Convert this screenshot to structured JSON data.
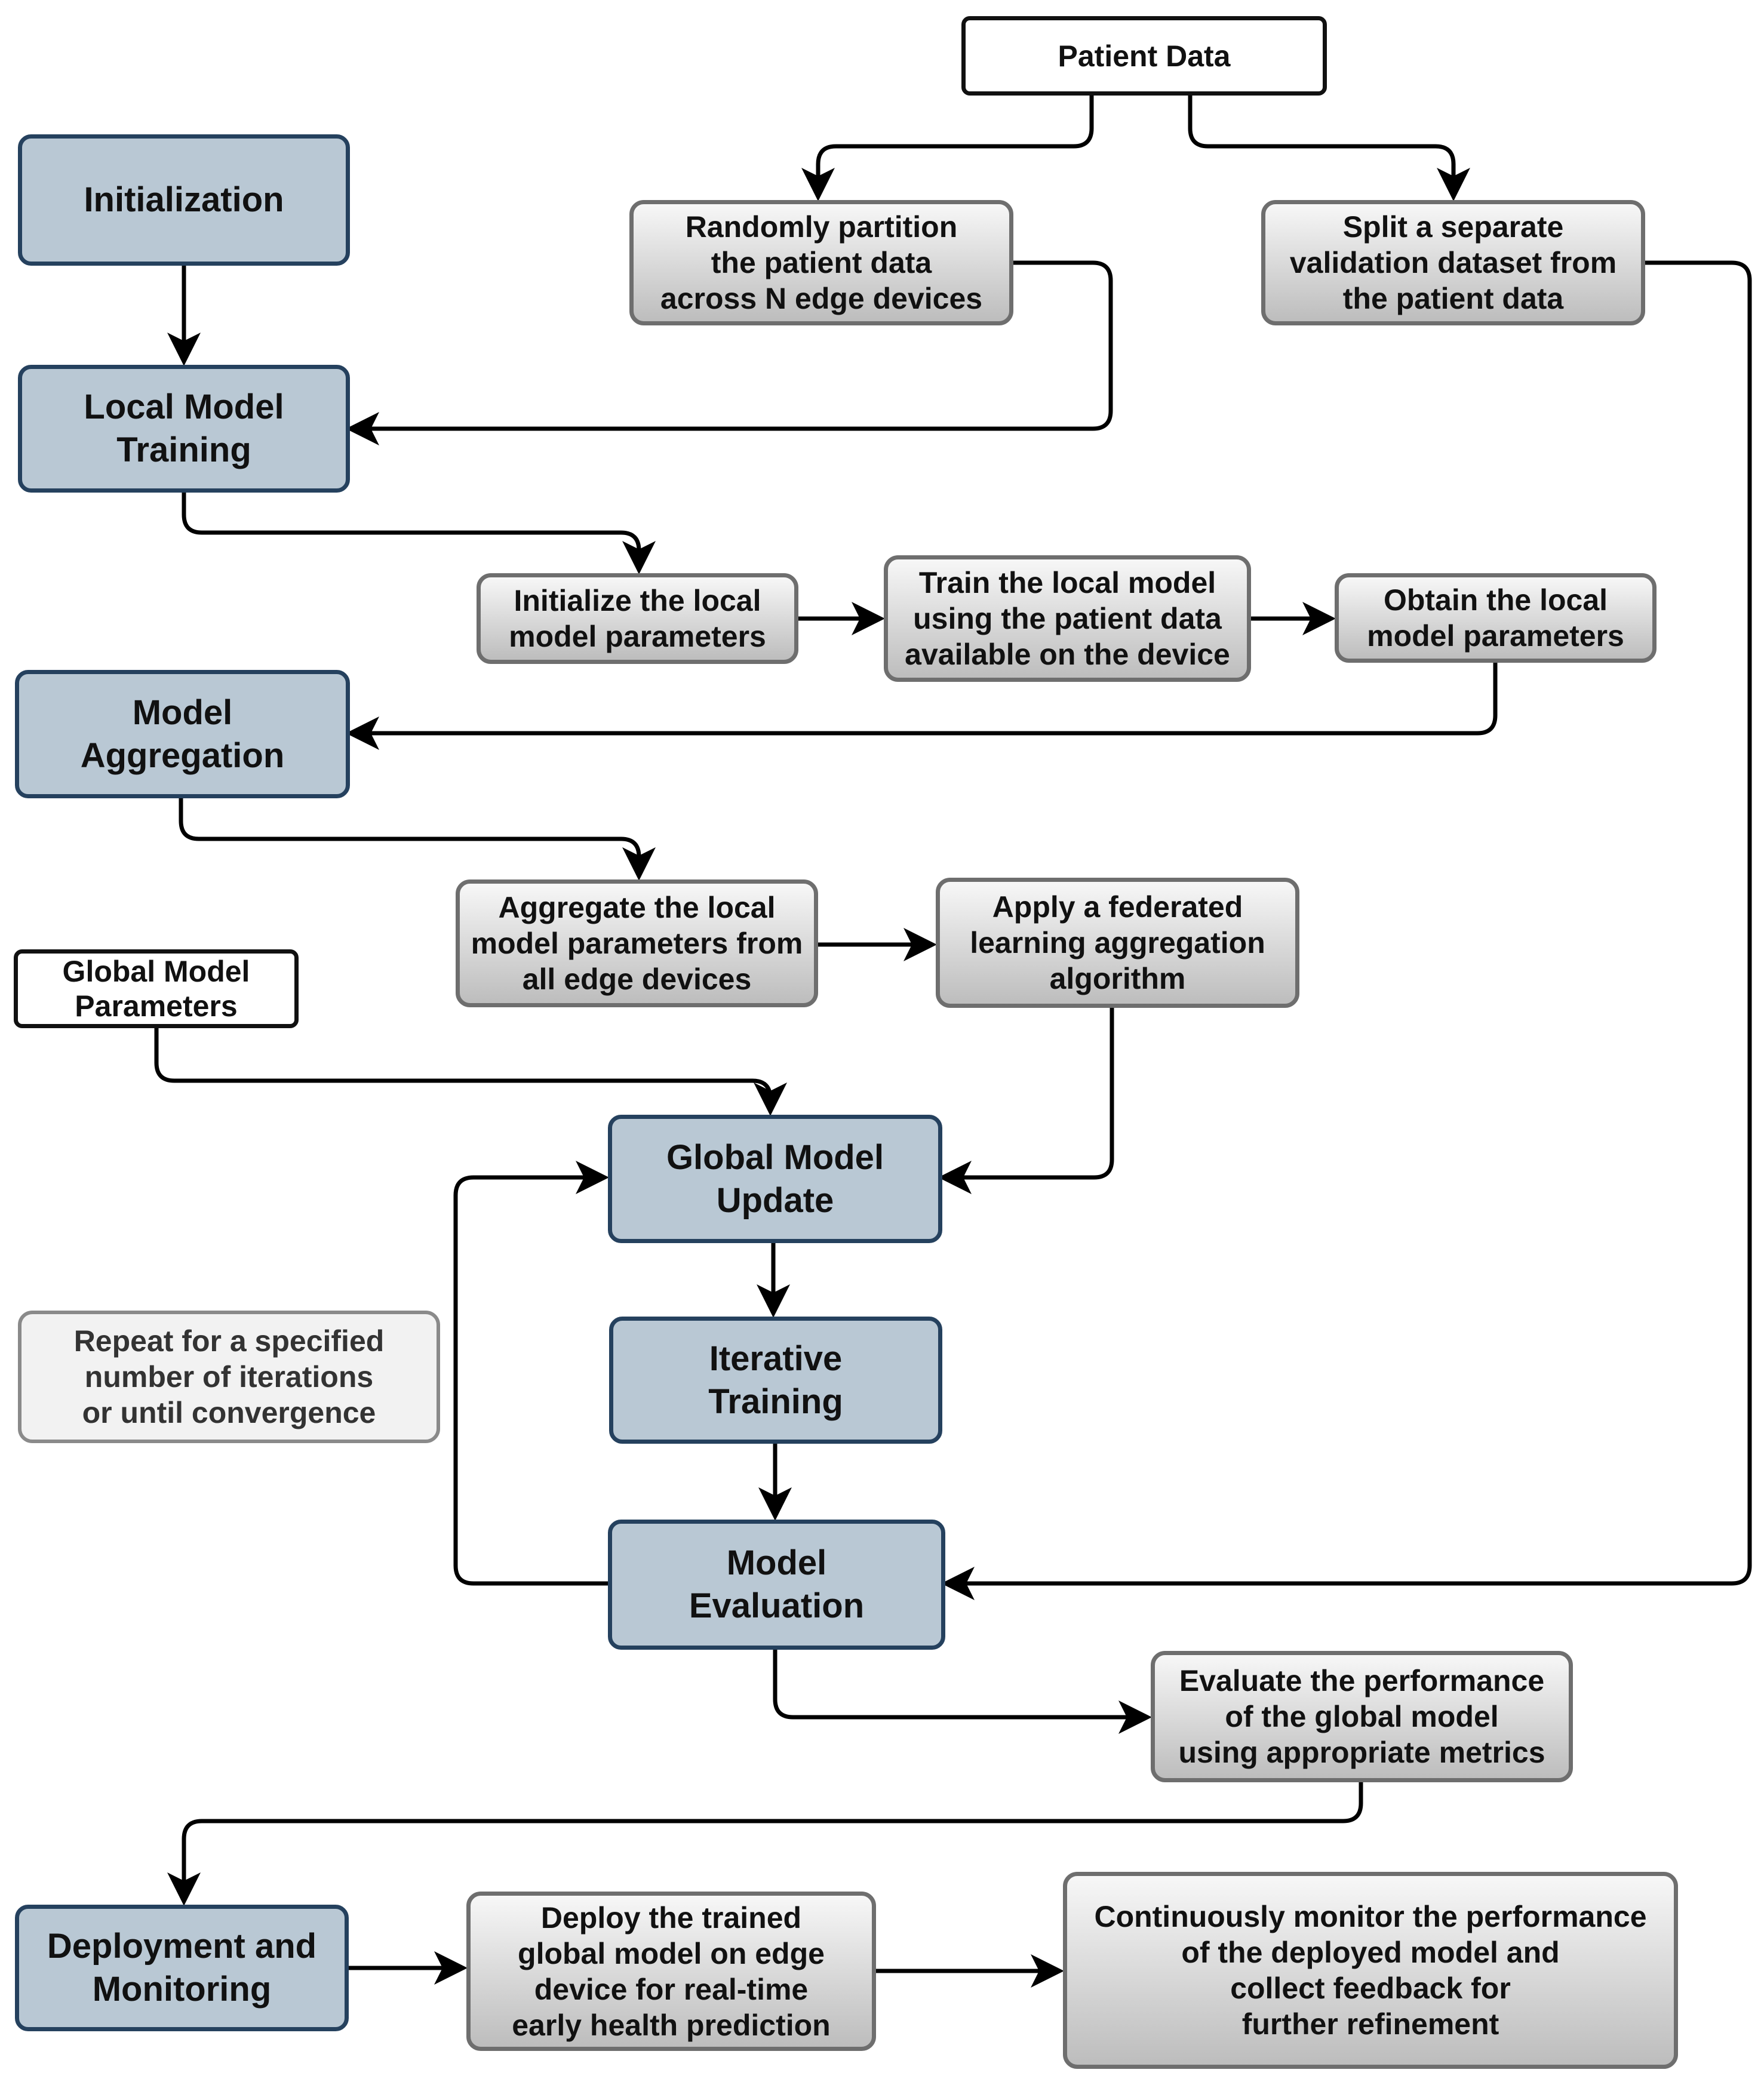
{
  "nodes": {
    "patient_data": "Patient Data",
    "initialization": "Initialization",
    "partition": "Randomly partition\nthe patient data\nacross N edge devices",
    "split_validation": "Split a separate\nvalidation dataset from\nthe patient data",
    "local_model_training": "Local Model\nTraining",
    "init_local_params": "Initialize the local\nmodel parameters",
    "train_local_model": "Train the local model\nusing the patient data\navailable on the device",
    "obtain_local_params": "Obtain the local\nmodel parameters",
    "model_aggregation": "Model\nAggregation",
    "aggregate_params": "Aggregate the local\nmodel parameters from\nall edge devices",
    "apply_fed_algorithm": "Apply a federated\nlearning aggregation\nalgorithm",
    "global_model_parameters": "Global Model\nParameters",
    "global_model_update": "Global Model\nUpdate",
    "repeat_note": "Repeat for a specified\nnumber of iterations\nor until convergence",
    "iterative_training": "Iterative\nTraining",
    "model_evaluation": "Model\nEvaluation",
    "evaluate_performance": "Evaluate the performance\nof the global model\nusing appropriate metrics",
    "deployment_monitoring": "Deployment and\nMonitoring",
    "deploy_model": "Deploy the trained\nglobal model on edge\ndevice for real-time\nearly health prediction",
    "monitor_performance": "Continuously monitor the performance\nof the deployed model and\ncollect feedback for\nfurther refinement"
  },
  "colors": {
    "stage_fill": "#b9c8d4",
    "stage_border": "#25415e",
    "step_border": "#6e6e6e",
    "arrow": "#000000"
  }
}
